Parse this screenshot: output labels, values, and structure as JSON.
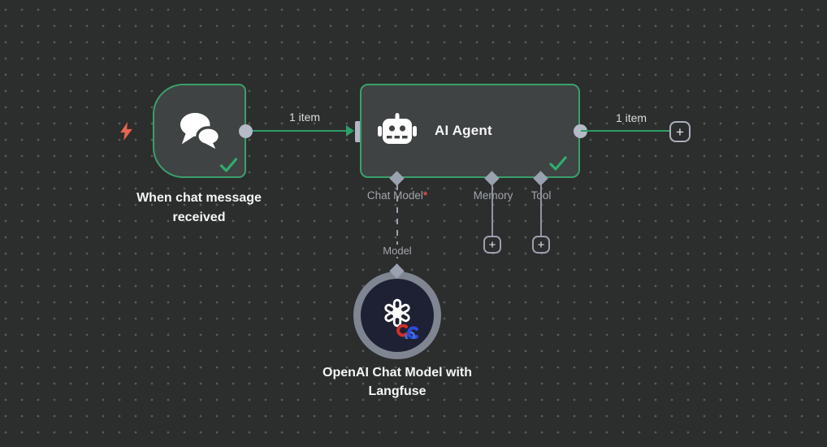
{
  "canvas": {
    "bg": "#2c2d2d",
    "dot_color": "#585a5a"
  },
  "palette": {
    "node_fill": "#404343",
    "node_border_green": "#3aa06b",
    "connection_green": "#2d9e68",
    "endpoint_gray": "#b4bac6",
    "connector_gray": "#9aa1af",
    "label_gray": "#a2a6ac",
    "title_white": "#f4f5f6",
    "required_red": "#e0524b",
    "bolt_orange": "#e8654f",
    "check_green": "#2fae6e",
    "model_node_fill": "#1e2133",
    "model_node_ring": "#7f8591"
  },
  "nodes": {
    "trigger": {
      "title": "When chat message received"
    },
    "agent": {
      "title": "AI Agent",
      "ports": [
        {
          "label": "Chat Model",
          "required": "*"
        },
        {
          "label": "Memory"
        },
        {
          "label": "Tool"
        }
      ]
    },
    "model": {
      "title": "OpenAI Chat Model with Langfuse",
      "link_label": "Model"
    }
  },
  "connections": {
    "trigger_to_agent": "1 item",
    "agent_to_next": "1 item"
  },
  "controls": {
    "plus": "+"
  }
}
